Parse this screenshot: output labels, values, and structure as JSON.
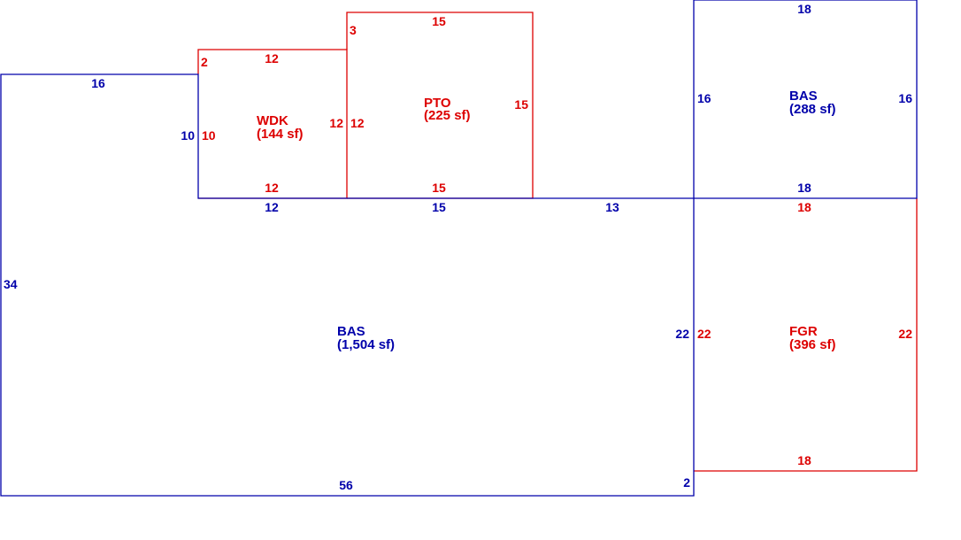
{
  "colors": {
    "bas": "#0000aa",
    "addition": "#dd0000"
  },
  "areas": {
    "bas_main": {
      "code": "BAS",
      "area": "(1,504 sf)"
    },
    "wdk": {
      "code": "WDK",
      "area": "(144 sf)"
    },
    "pto": {
      "code": "PTO",
      "area": "(225 sf)"
    },
    "bas_upper": {
      "code": "BAS",
      "area": "(288 sf)"
    },
    "fgr": {
      "code": "FGR",
      "area": "(396 sf)"
    }
  },
  "dims": {
    "bas_main_top": "16",
    "bas_main_left": "34",
    "bas_main_bottom": "56",
    "bas_main_right_small": "2",
    "bas_main_right": "22",
    "bas_main_wdk_notch_side": "10",
    "bas_main_under_wdk": "12",
    "bas_main_under_pto": "15",
    "bas_main_mid_run": "13",
    "wdk_top": "12",
    "wdk_left": "10",
    "wdk_left_small": "2",
    "wdk_right": "12",
    "wdk_bottom": "12",
    "pto_top": "15",
    "pto_left_small": "3",
    "pto_left": "12",
    "pto_right": "15",
    "pto_bottom": "15",
    "bas_upper_top": "18",
    "bas_upper_left": "16",
    "bas_upper_right": "16",
    "bas_upper_bottom": "18",
    "fgr_top": "18",
    "fgr_left": "22",
    "fgr_right": "22",
    "fgr_bottom": "18"
  }
}
